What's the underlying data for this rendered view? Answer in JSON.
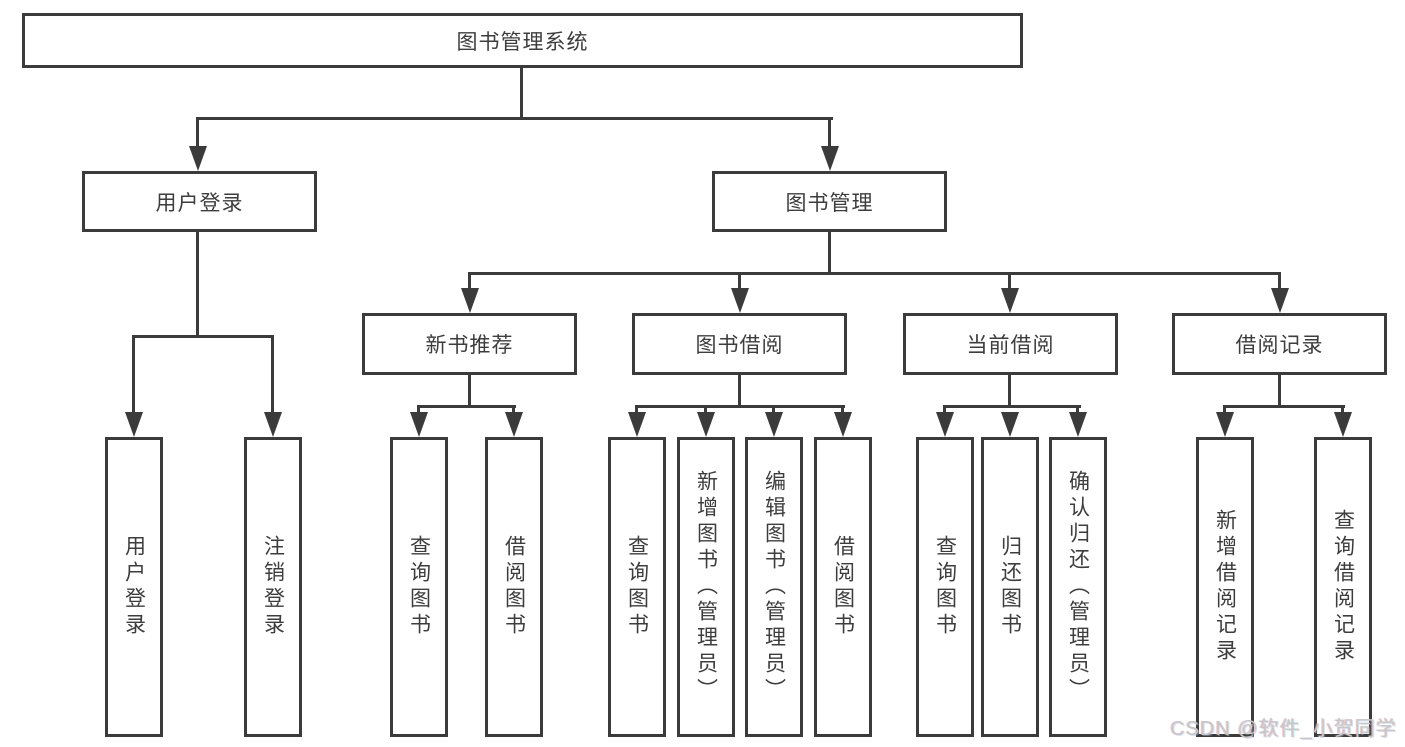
{
  "diagram_type": "hierarchy-tree",
  "tree": {
    "label": "图书管理系统",
    "children": [
      {
        "label": "用户登录",
        "children": [
          {
            "label": "用户登录"
          },
          {
            "label": "注销登录"
          }
        ]
      },
      {
        "label": "图书管理",
        "children": [
          {
            "label": "新书推荐",
            "children": [
              {
                "label": "查询图书"
              },
              {
                "label": "借阅图书"
              }
            ]
          },
          {
            "label": "图书借阅",
            "children": [
              {
                "label": "查询图书"
              },
              {
                "label": "新增图书（管理员）"
              },
              {
                "label": "编辑图书（管理员）"
              },
              {
                "label": "借阅图书"
              }
            ]
          },
          {
            "label": "当前借阅",
            "children": [
              {
                "label": "查询图书"
              },
              {
                "label": "归还图书"
              },
              {
                "label": "确认归还（管理员）"
              }
            ]
          },
          {
            "label": "借阅记录",
            "children": [
              {
                "label": "新增借阅记录"
              },
              {
                "label": "查询借阅记录"
              }
            ]
          }
        ]
      }
    ]
  },
  "watermark": {
    "text": "CSDN @软件_小贺同学"
  },
  "colors": {
    "line": "#3b3b3b",
    "text": "#3d3d3d",
    "background": "#ffffff",
    "watermark": "#c7c7c7"
  }
}
